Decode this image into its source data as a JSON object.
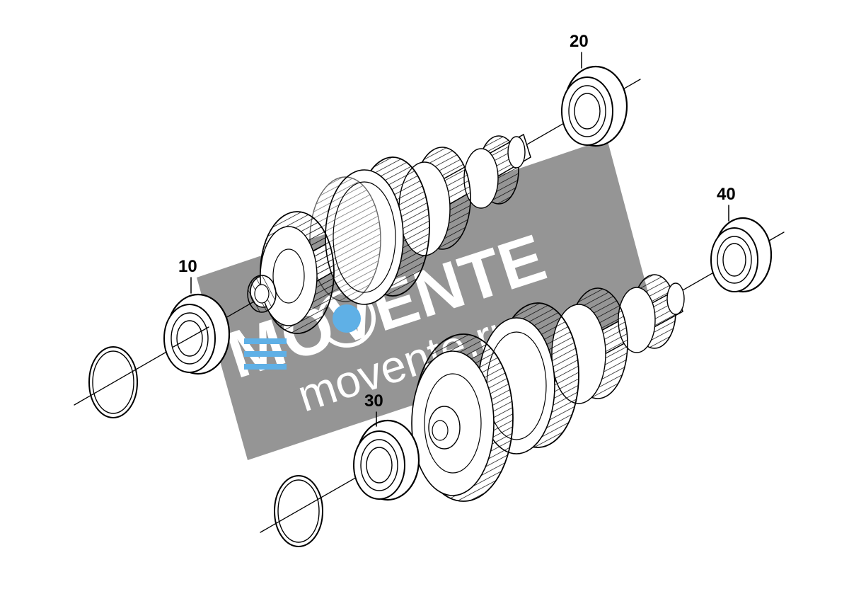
{
  "callouts": [
    {
      "id": "10",
      "label": "10"
    },
    {
      "id": "20",
      "label": "20"
    },
    {
      "id": "30",
      "label": "30"
    },
    {
      "id": "40",
      "label": "40"
    }
  ],
  "watermark": {
    "brand": "MOVENTE",
    "site": "movente.ru",
    "color": "#8a8a8a"
  }
}
